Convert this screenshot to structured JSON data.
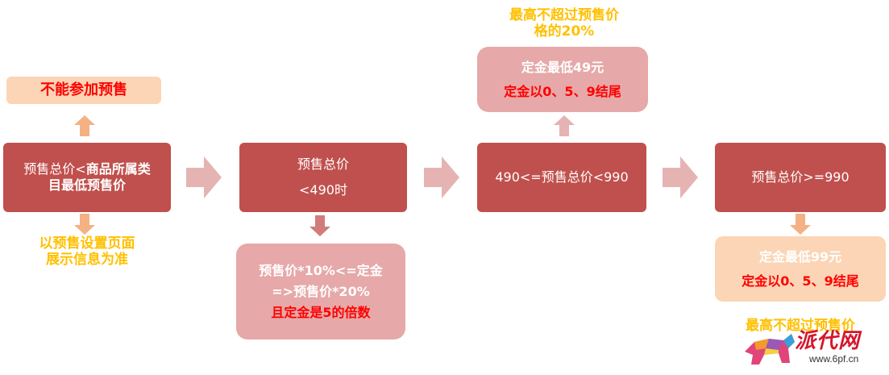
{
  "box1": {
    "line1_prefix": "预售总价<",
    "line1_bold": "商品所属类",
    "line2_bold": "目最低预售价"
  },
  "box1_above": {
    "text": "不能参加预售"
  },
  "box1_below": {
    "line1": "以预售设置页面",
    "line2": "展示信息为准"
  },
  "box2": {
    "line1": "预售总价",
    "line2": "<490时"
  },
  "box2_below": {
    "line1": "预售价*10%<=定金",
    "line2": "=>预售价*20%",
    "line3": "且定金是5的倍数"
  },
  "box3": {
    "text": "490<=预售总价<990"
  },
  "box3_note": {
    "line1": "最高不超过预售价",
    "line2": "格的20%"
  },
  "box3_above": {
    "line1": "定金最低49元",
    "line2": "定金以0、5、9结尾"
  },
  "box4": {
    "text": "预售总价>=990"
  },
  "box4_below": {
    "line1": "定金最低99元",
    "line2": "定金以0、5、9结尾"
  },
  "box4_note": {
    "line1": "最高不超过预售价"
  },
  "watermark": {
    "brand": "派代网",
    "url": "www.6pf.cn"
  },
  "colors": {
    "main_box": "#c0504d",
    "arrow": "#e6b3b3",
    "down_arrow": "#f4b183",
    "pink_box": "#e6a8a8",
    "peach_box": "#fbd5b5",
    "note_text": "#ffc000",
    "red_text": "#ff0000"
  }
}
